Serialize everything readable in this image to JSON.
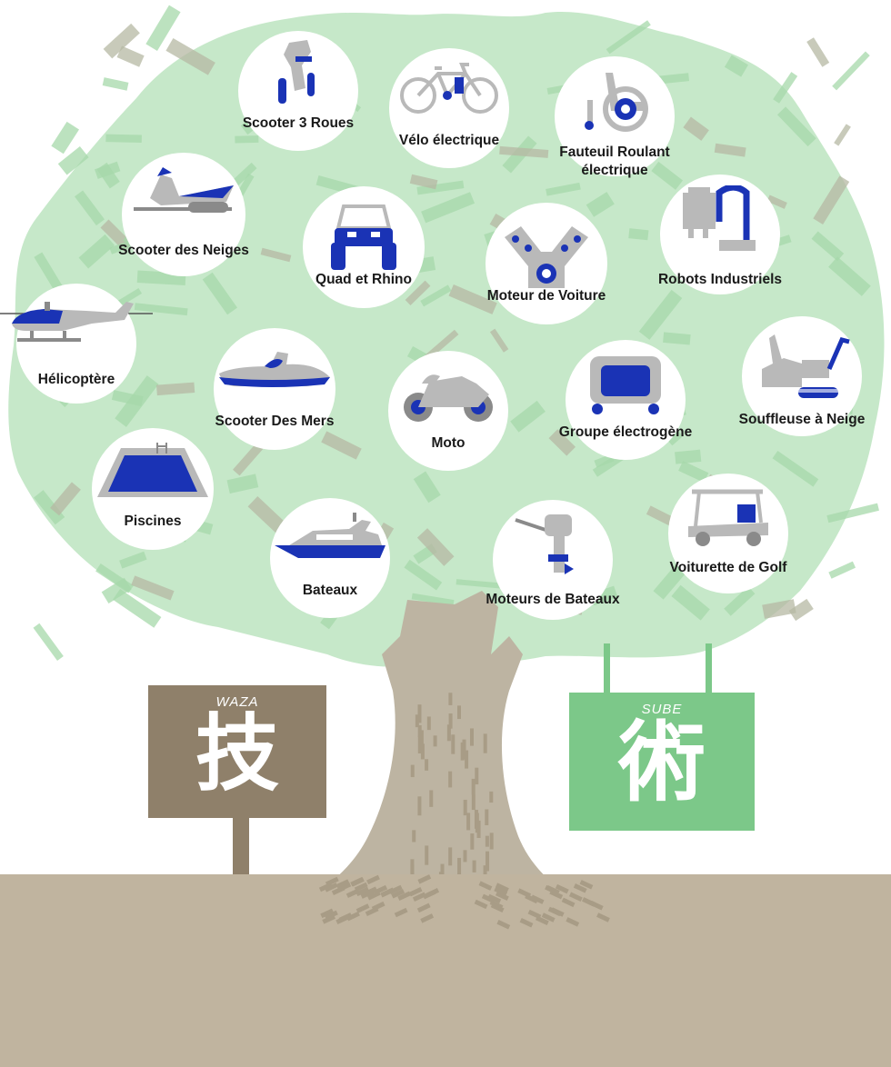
{
  "nodes": [
    {
      "id": "scooter-3-roues",
      "label": "Scooter 3 Roues",
      "icon": "three-wheel-scooter-icon"
    },
    {
      "id": "velo-electrique",
      "label": "Vélo électrique",
      "icon": "electric-bicycle-icon"
    },
    {
      "id": "fauteuil-roulant",
      "label": "Fauteuil Roulant électrique",
      "icon": "wheelchair-icon"
    },
    {
      "id": "scooter-des-neiges",
      "label": "Scooter des Neiges",
      "icon": "snowmobile-icon"
    },
    {
      "id": "quad-et-rhino",
      "label": "Quad et Rhino",
      "icon": "side-by-side-vehicle-icon"
    },
    {
      "id": "moteur-de-voiture",
      "label": "Moteur de Voiture",
      "icon": "car-engine-icon"
    },
    {
      "id": "robots-industriels",
      "label": "Robots Industriels",
      "icon": "industrial-robot-icon"
    },
    {
      "id": "helicoptere",
      "label": "Hélicoptère",
      "icon": "helicopter-icon"
    },
    {
      "id": "scooter-des-mers",
      "label": "Scooter Des Mers",
      "icon": "jet-ski-icon"
    },
    {
      "id": "moto",
      "label": "Moto",
      "icon": "motorcycle-icon"
    },
    {
      "id": "groupe-electrogene",
      "label": "Groupe électrogène",
      "icon": "generator-icon"
    },
    {
      "id": "souffleuse-a-neige",
      "label": "Souffleuse à Neige",
      "icon": "snow-blower-icon"
    },
    {
      "id": "piscines",
      "label": "Piscines",
      "icon": "swimming-pool-icon"
    },
    {
      "id": "bateaux",
      "label": "Bateaux",
      "icon": "boat-icon"
    },
    {
      "id": "moteurs-de-bateaux",
      "label": "Moteurs de Bateaux",
      "icon": "outboard-motor-icon"
    },
    {
      "id": "voiturette-de-golf",
      "label": "Voiturette de Golf",
      "icon": "golf-cart-icon"
    }
  ],
  "signs": {
    "waza": {
      "romaji": "WAZA",
      "kanji": "技"
    },
    "sube": {
      "romaji": "SUBE",
      "kanji": "術"
    }
  },
  "colors": {
    "canopy": "#c6e8c9",
    "canopy_patch": "#9ed3a2",
    "trunk": "#bdb4a2",
    "ground": "#c0b49f",
    "sign_waza": "#8f806a",
    "sign_sube": "#7cc889",
    "icon_blue": "#1a33b5",
    "icon_gray": "#b9b9b9"
  }
}
